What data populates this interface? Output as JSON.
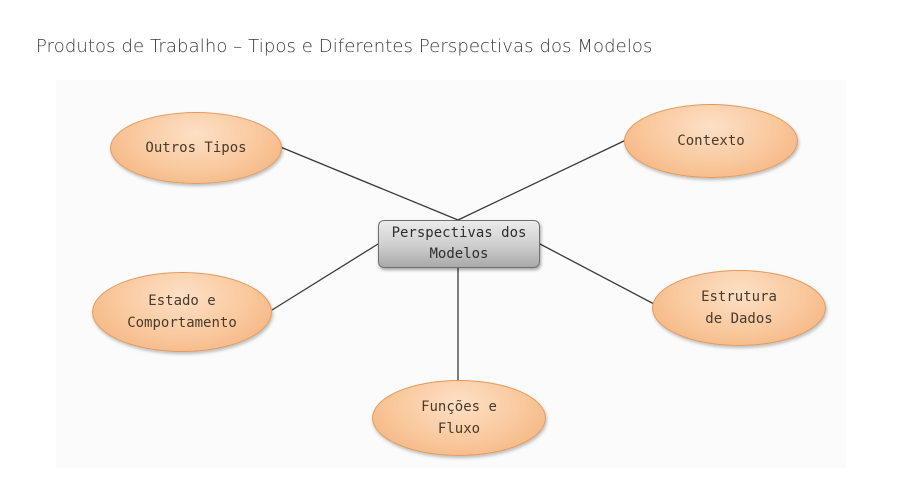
{
  "title": "Produtos de Trabalho – Tipos e Diferentes Perspectivas dos Modelos",
  "center": {
    "label": "Perspectivas dos Modelos"
  },
  "nodes": [
    {
      "id": "outros-tipos",
      "label": "Outros Tipos"
    },
    {
      "id": "contexto",
      "label": "Contexto"
    },
    {
      "id": "estado-comportamento",
      "label": "Estado e Comportamento"
    },
    {
      "id": "estrutura-dados",
      "label": "Estrutura de Dados"
    },
    {
      "id": "funcoes-fluxo",
      "label": "Funções e Fluxo"
    }
  ],
  "colors": {
    "node_fill": "#f9c79b",
    "node_border": "#e29a5e",
    "center_fill": "#cdcdcd",
    "center_border": "#6f6f6f",
    "connector": "#3a3a3a"
  }
}
